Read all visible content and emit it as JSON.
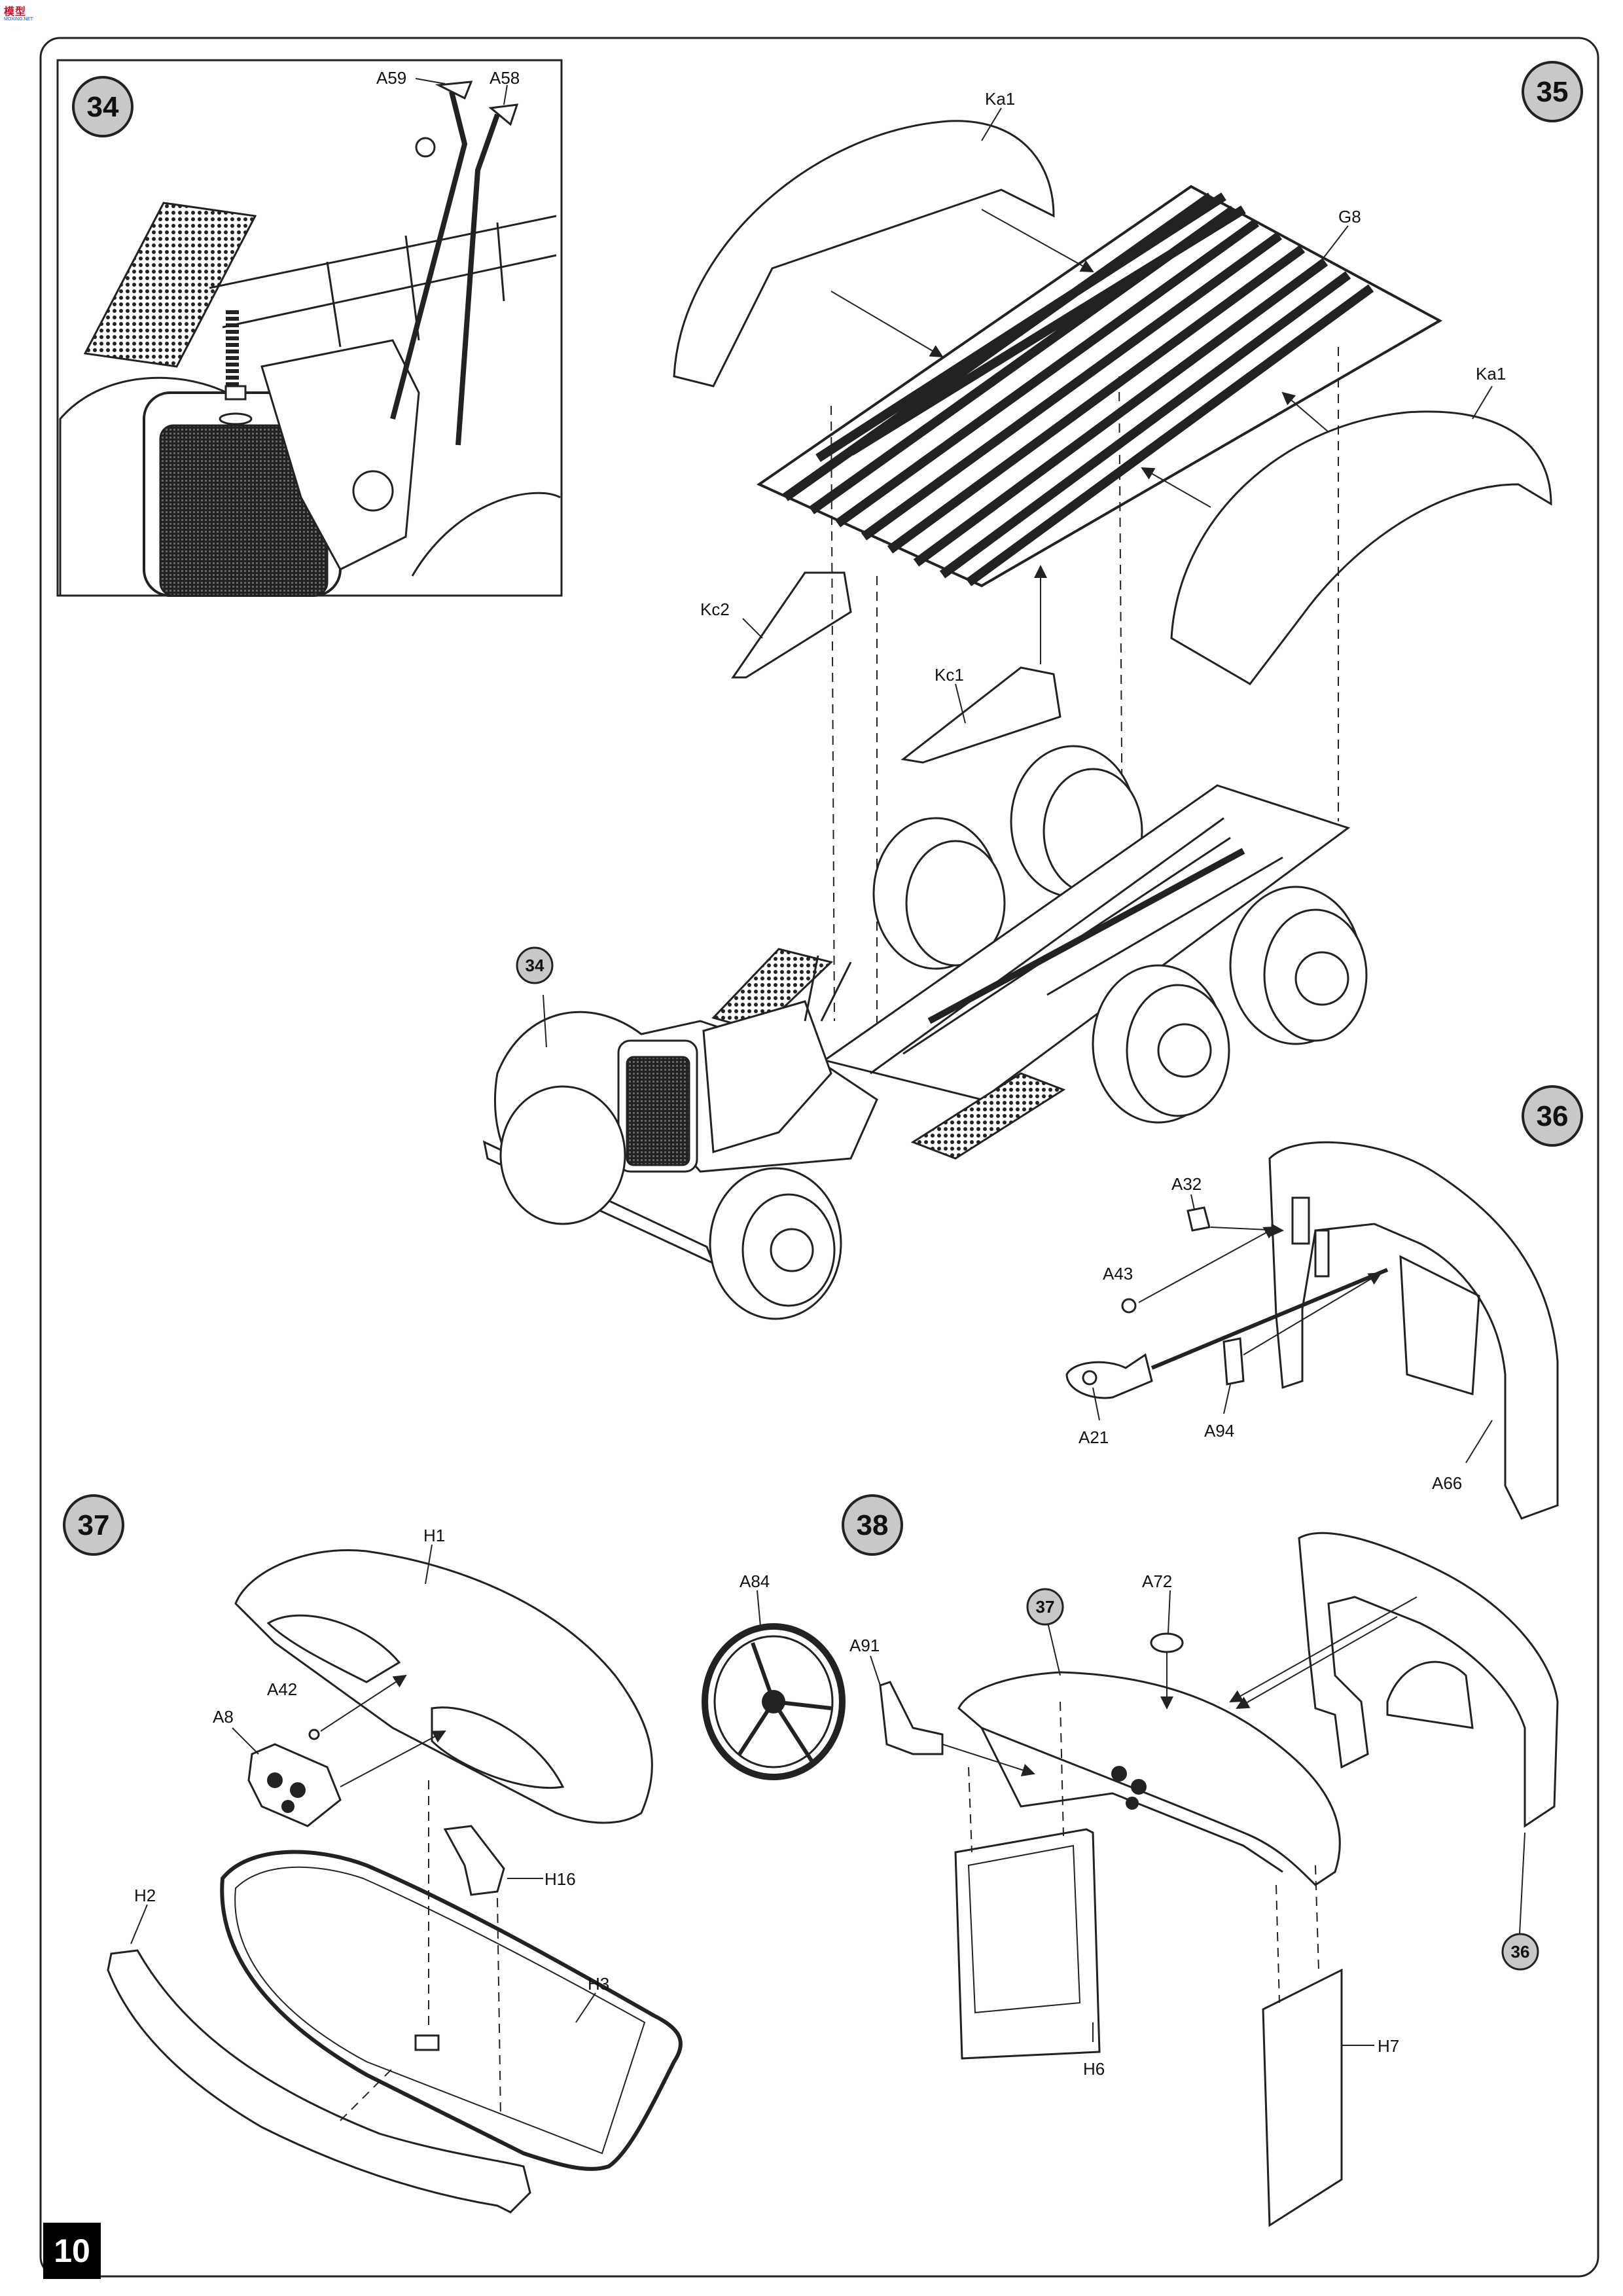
{
  "logo": {
    "mark": "模型",
    "sub": "MOXING.NET"
  },
  "page_number": "10",
  "steps": {
    "s34": "34",
    "s35": "35",
    "s36": "36",
    "s37": "37",
    "s38": "38",
    "ref34": "34",
    "ref37": "37",
    "ref36": "36"
  },
  "parts": {
    "a59": "A59",
    "a58": "A58",
    "ka1_top": "Ka1",
    "g8": "G8",
    "ka1_right": "Ka1",
    "kc2": "Kc2",
    "kc1": "Kc1",
    "a32": "A32",
    "a43": "A43",
    "a21": "A21",
    "a94": "A94",
    "a66": "A66",
    "h1": "H1",
    "a42": "A42",
    "a8": "A8",
    "h16": "H16",
    "h2": "H2",
    "h3": "H3",
    "a84": "A84",
    "a91": "A91",
    "a72": "A72",
    "h6": "H6",
    "h7": "H7"
  }
}
